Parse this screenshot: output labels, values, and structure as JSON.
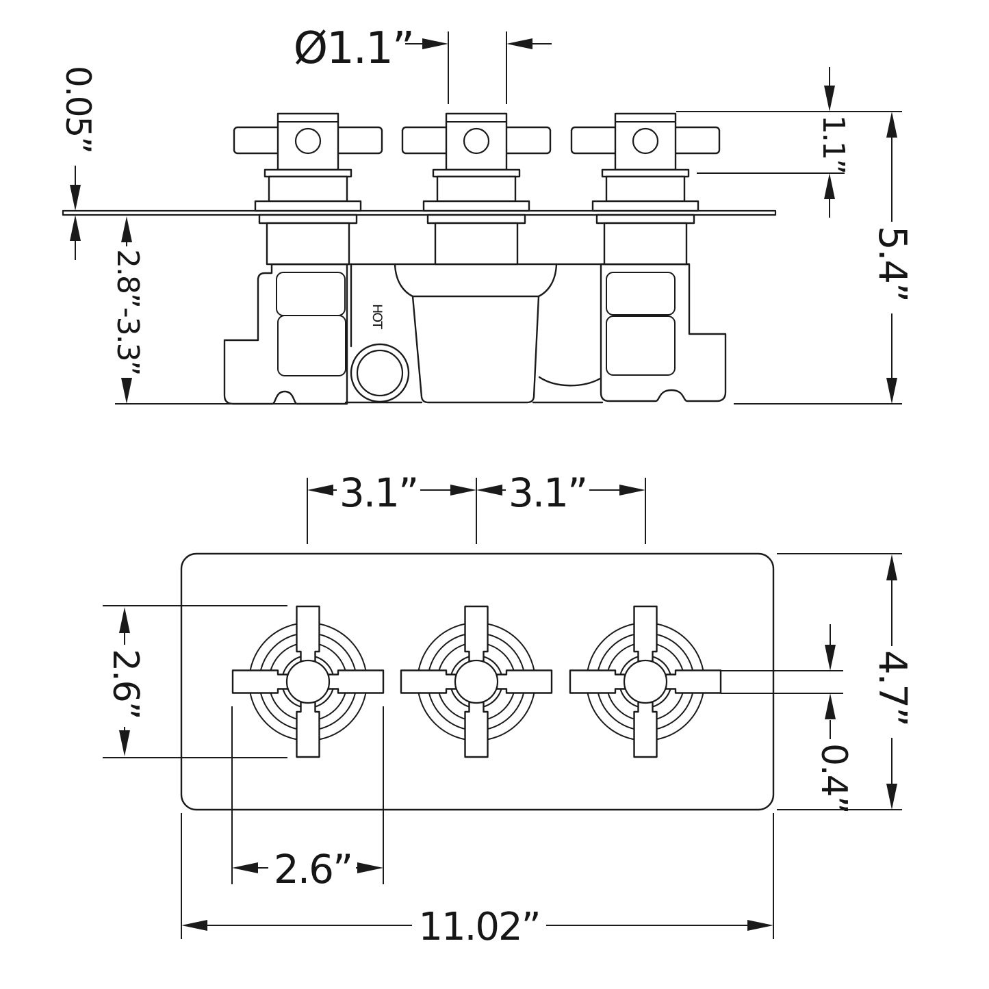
{
  "figure": {
    "kind": "technical-drawing",
    "subject": "3-handle thermostatic shower valve rough-in, dimensioned 2-view drawing",
    "line_color": "#1a1a1a",
    "background_color": "#ffffff"
  },
  "elevation": {
    "hot_label": "HOT",
    "dims": {
      "stem_diameter": "Ø1.1”",
      "plate_thickness": "0.05”",
      "depth_range": "2.8”-3.3”",
      "handle_height": "1.1”",
      "overall_height": "5.4”"
    }
  },
  "plan": {
    "dims": {
      "spacing_left": "3.1”",
      "spacing_right": "3.1”",
      "vertical_span": "2.6”",
      "horizontal_span": "2.6”",
      "plate_height": "4.7”",
      "arm_width": "0.4”",
      "plate_width": "11.02”"
    }
  }
}
